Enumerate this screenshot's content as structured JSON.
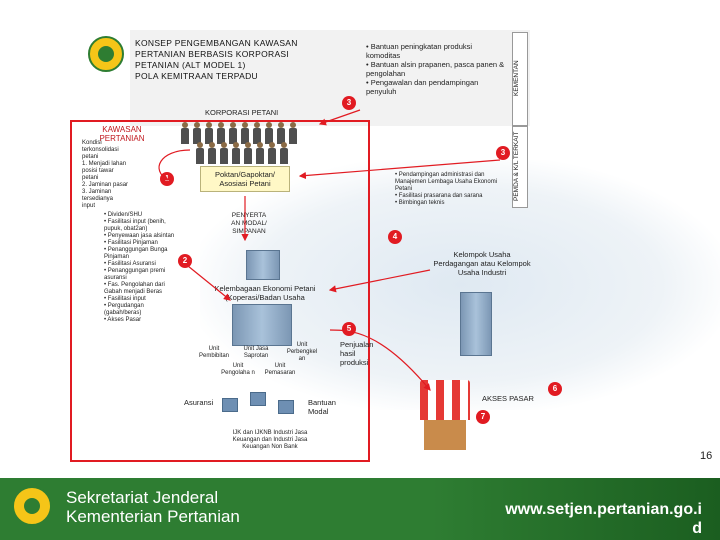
{
  "header": {
    "title_lines": [
      "KONSEP PENGEMBANGAN KAWASAN",
      "PERTANIAN BERBASIS KORPORASI",
      "PETANIAN (ALT MODEL 1)",
      "POLA KEMITRAAN TERPADU"
    ],
    "right_bullets": [
      "• Bantuan peningkatan produksi komoditas",
      "• Bantuan alsin prapanen, pasca panen & pengolahan",
      "• Pengawalan dan pendampingan penyuluh"
    ],
    "kementan_label": "KEMENTAN"
  },
  "korporasi_label": "KORPORASI PETANI",
  "kawasan_label": "KAWASAN PERTANIAN",
  "left_list": {
    "intro_lines": [
      "Kondisi",
      "terkonsolidasi",
      "petani",
      "1. Menjadi lahan",
      "  posisi tawar",
      "  petani",
      "2. Jaminan pasar",
      "3. Jaminan",
      "  tersedianya",
      "  input"
    ],
    "bullets": [
      "• Dividen/SHU",
      "• Fasilitasi input (benih, pupuk, obat2an)",
      "• Penyewaan jasa alsintan",
      "• Fasilitasi Pinjaman",
      "• Penanggungan Bunga Pinjaman",
      "• Fasilitasi Asuransi",
      "• Penanggungan premi asuransi",
      "• Fas. Pengolahan dari Gabah menjadi Beras",
      "• Fasilitasi input",
      "• Pergudangan (gabah/beras)",
      "• Akses Pasar"
    ]
  },
  "badges": [
    "1",
    "2",
    "3",
    "3",
    "4",
    "5",
    "6",
    "7"
  ],
  "poktan_label": "Poktan/Gapoktan/ Asosiasi Petani",
  "penyerta_label": "PENYERTA AN MODAL/ SIMPANAN",
  "pemda_label": "PEMDA & K/L TERKAIT",
  "pemda_bullets": [
    "• Pendampingan administrasi dan Manajemen Lembaga Usaha Ekonomi Petani",
    "• Fasilitasi prasarana dan sarana",
    "• Bimbingan teknis"
  ],
  "kelompok_usaha_label": "Kelompok Usaha Perdagangan atau Kelompok Usaha Industri",
  "kelembagaan_label": "Kelembagaan Ekonomi Petani (Koperasi/Badan Usaha",
  "units": [
    "Unit Pembibitan",
    "Unit Jasa Saprotan",
    "Unit Perbengkel an",
    "Unit Pengolaha n",
    "Unit Pemasaran"
  ],
  "penjualan_label": "Penjualan hasil produksi",
  "asuransi_label": "Asuransi",
  "bantuan_modal_label": "Bantuan Modal",
  "akses_pasar_label": "AKSES PASAR",
  "ijk_label": "IJK dan IJKNB Industri Jasa Keuangan dan Industri Jasa Keuangan Non Bank",
  "page_number": "16",
  "footer": {
    "org_line1": "Sekretariat Jenderal",
    "org_line2": "Kementerian Pertanian",
    "url_line1": "www.setjen.pertanian.go.i",
    "url_line2": "d"
  },
  "colors": {
    "red": "#e11b22",
    "footer_green": "#2e7d32",
    "logo_yellow": "#f5c518"
  }
}
